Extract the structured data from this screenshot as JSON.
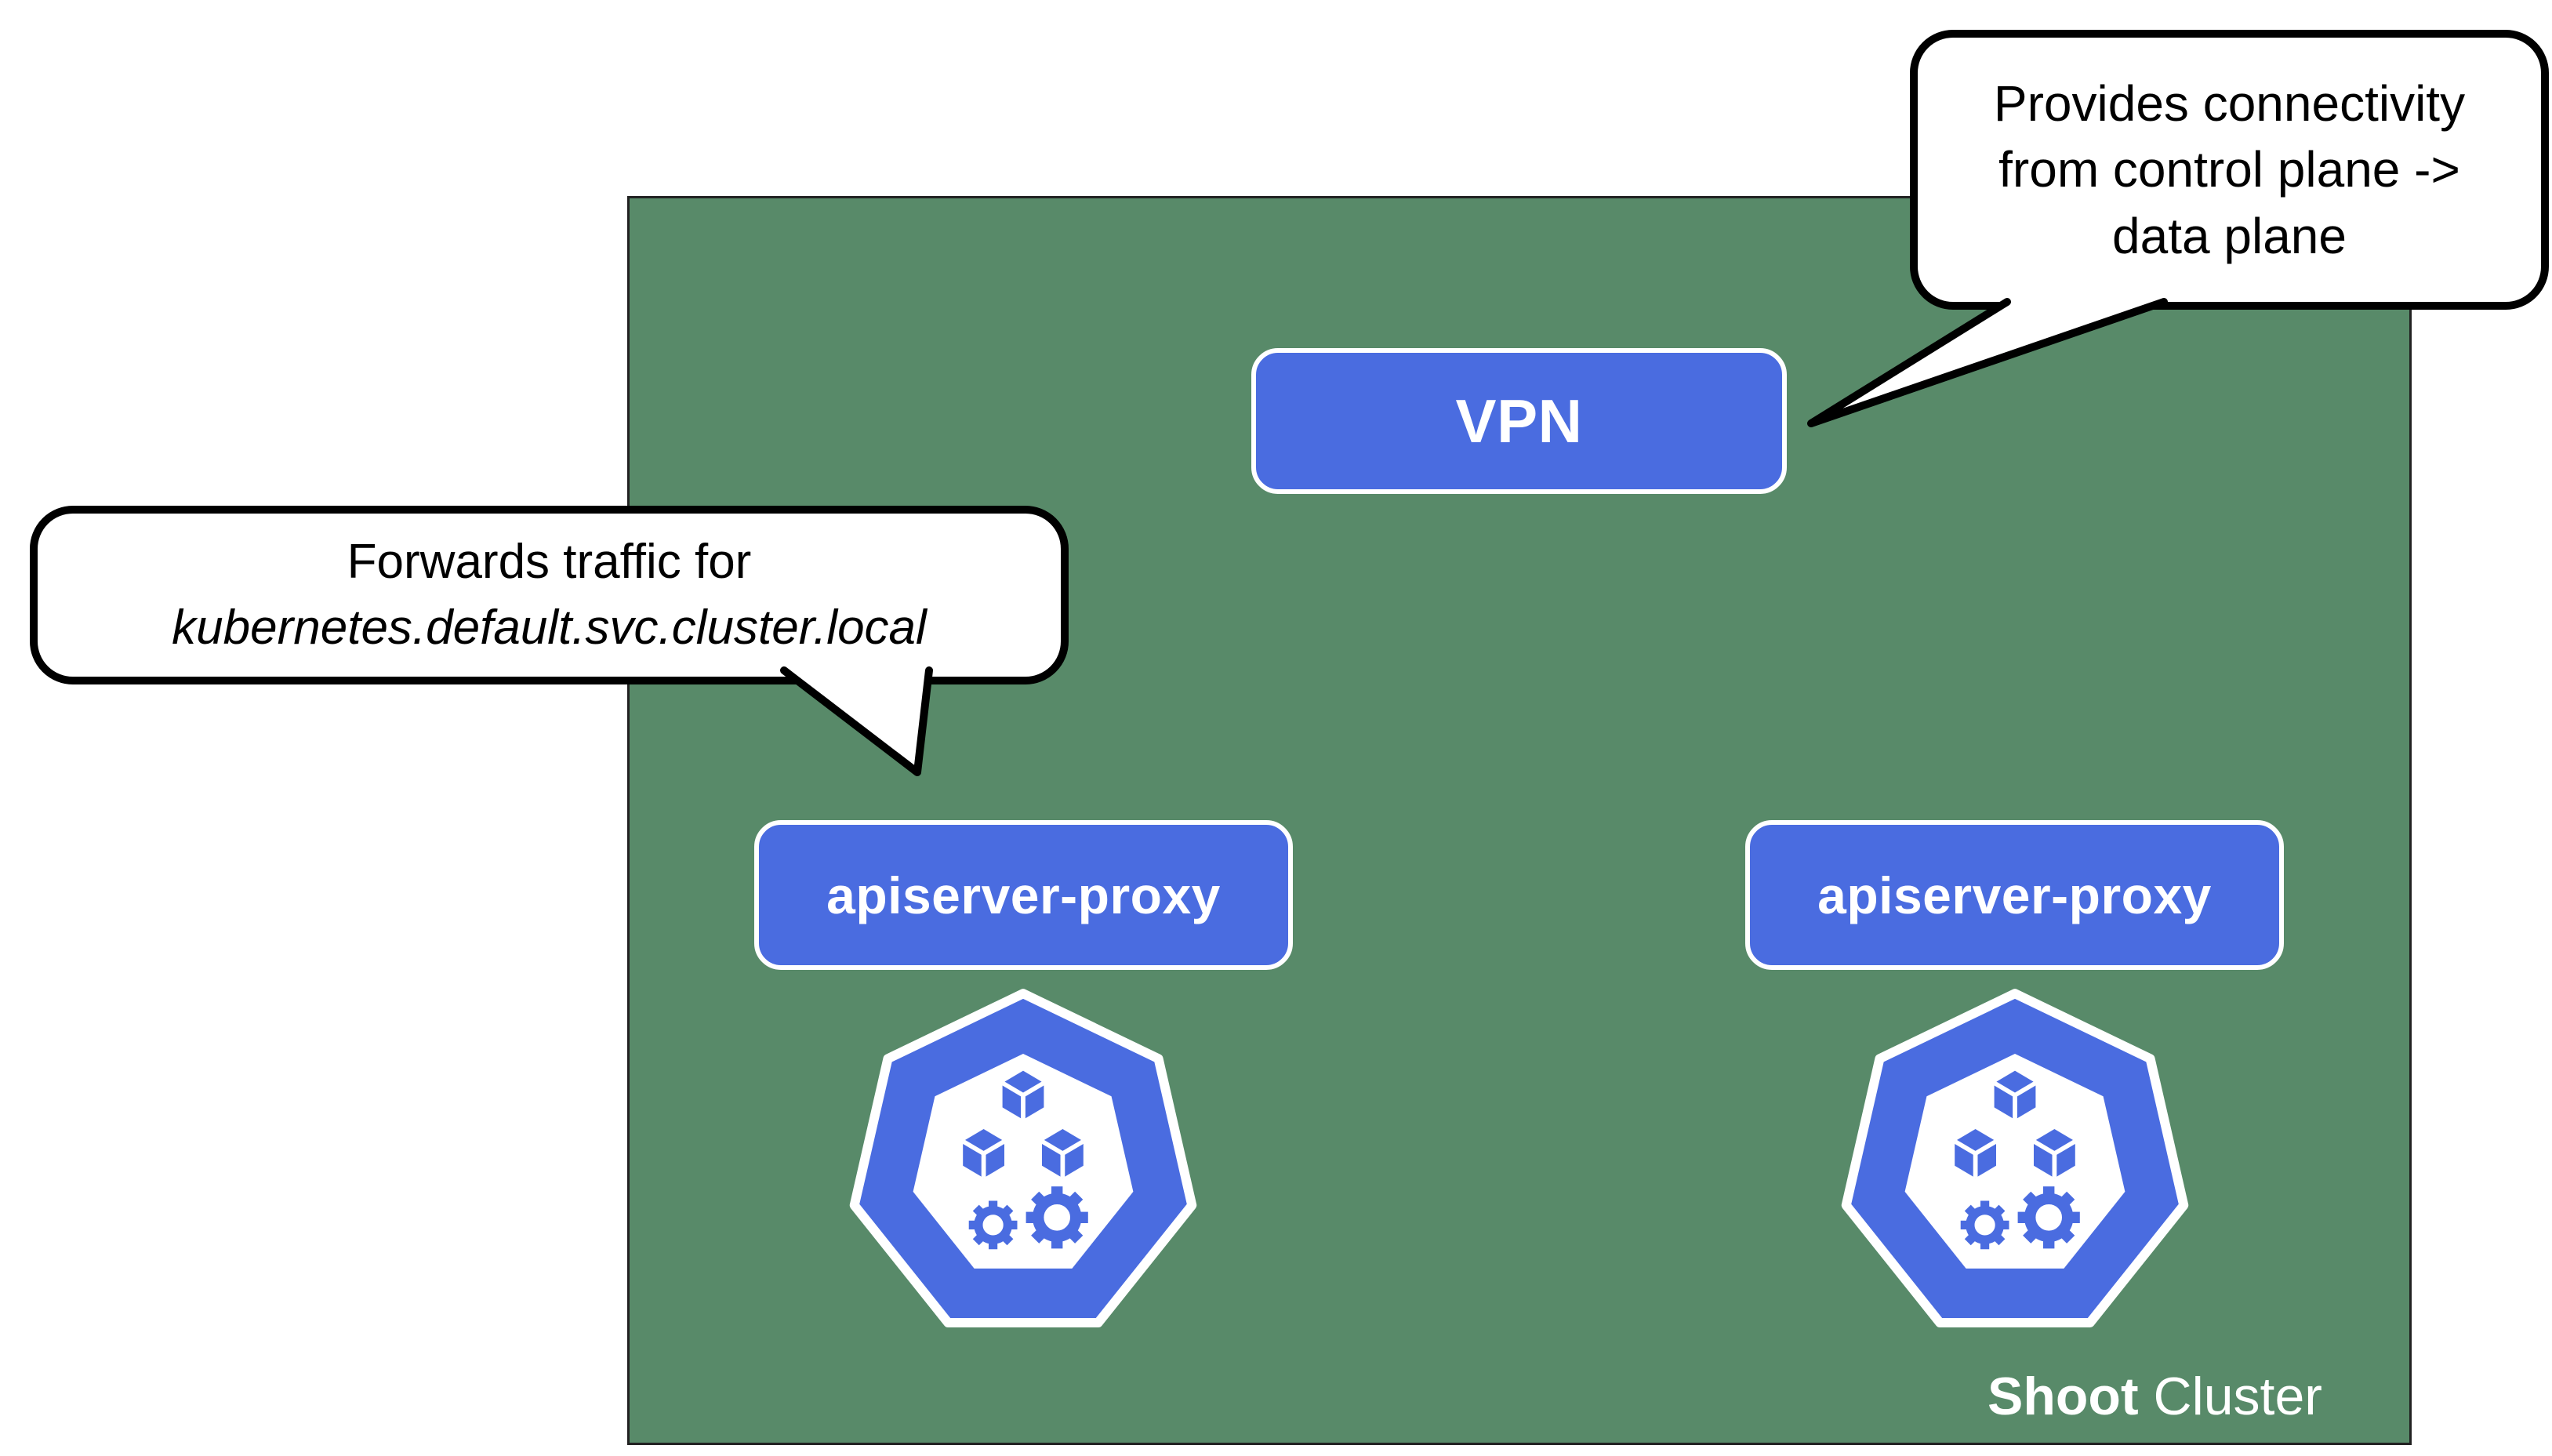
{
  "diagram": {
    "cluster": {
      "name_bold": "Shoot",
      "name_rest": " Cluster",
      "bg_color": "#588a69"
    },
    "nodes": {
      "vpn": {
        "label": "VPN",
        "color": "#4a6ce0"
      },
      "proxy_left": {
        "label": "apiserver-proxy",
        "color": "#4a6ce0"
      },
      "proxy_right": {
        "label": "apiserver-proxy",
        "color": "#4a6ce0"
      }
    },
    "callouts": {
      "vpn_note": {
        "lines": [
          "Provides connectivity",
          "from control plane ->",
          "data plane"
        ]
      },
      "proxy_note": {
        "line_regular": "Forwards traffic for",
        "line_italic": "kubernetes.default.svc.cluster.local"
      }
    },
    "icons": {
      "left": "kubernetes-logo",
      "right": "kubernetes-logo"
    }
  }
}
